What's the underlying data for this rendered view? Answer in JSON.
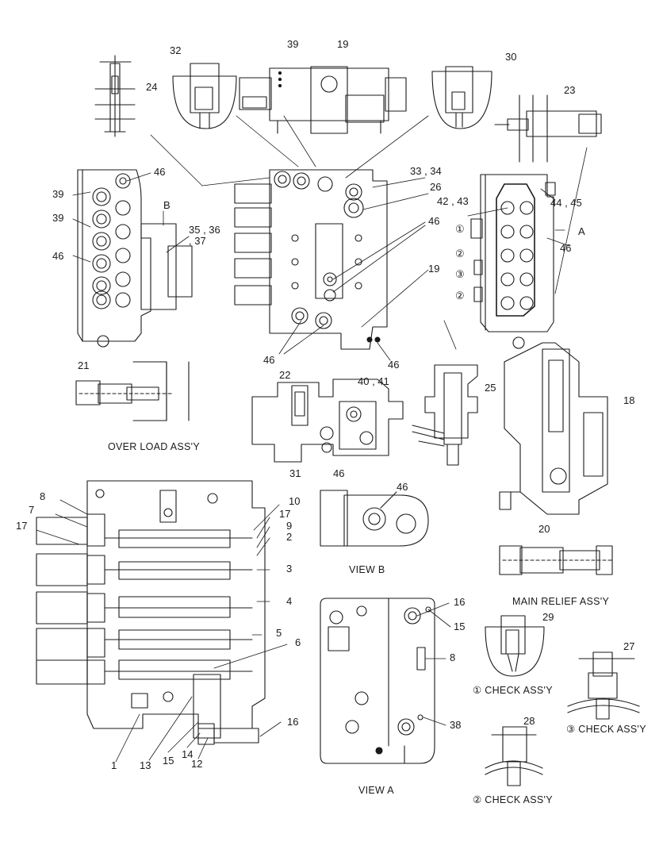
{
  "figure": {
    "part_numbers": [
      "1",
      "2",
      "3",
      "4",
      "5",
      "6",
      "7",
      "8",
      "9",
      "10",
      "12",
      "13",
      "14",
      "15",
      "16",
      "17",
      "18",
      "19",
      "20",
      "21",
      "22",
      "23",
      "24",
      "25",
      "26",
      "27",
      "28",
      "29",
      "30",
      "31",
      "32",
      "33",
      "34",
      "35",
      "36",
      "37",
      "38",
      "39",
      "40",
      "41",
      "42",
      "43",
      "44",
      "45",
      "46"
    ],
    "labels": {
      "l_24": "24",
      "l_32": "32",
      "l_39_top": "39",
      "l_19_top": "19",
      "l_30": "30",
      "l_23": "23",
      "l_39_a": "39",
      "l_39_b": "39",
      "l_46_a": "46",
      "l_46_b": "46",
      "l_B": "B",
      "l_35_36": "35 , 36",
      "l_37": ", 37",
      "l_33_34": "33 , 34",
      "l_26": "26",
      "l_46_c": "46",
      "l_19_mid": "19",
      "l_46_d": "46",
      "l_46_e": "46",
      "l_42_43": "42 , 43",
      "l_44_45": "44 , 45",
      "l_A": "A",
      "l_46_f": "46",
      "l_c1": "①",
      "l_c2a": "②",
      "l_c3": "③",
      "l_c2b": "②",
      "l_21": "21",
      "l_22": "22",
      "l_40_41": "40 , 41",
      "l_31": "31",
      "l_46_g": "46",
      "l_25": "25",
      "l_18": "18",
      "l_46_h": "46",
      "l_8a": "8",
      "l_7": "7",
      "l_17a": "17",
      "l_10": "10",
      "l_17b": "17",
      "l_9": "9",
      "l_2": "2",
      "l_3": "3",
      "l_4": "4",
      "l_5": "5",
      "l_6": "6",
      "l_16a": "16",
      "l_1": "1",
      "l_13": "13",
      "l_15a": "15",
      "l_14": "14",
      "l_12": "12",
      "l_20": "20",
      "l_16b": "16",
      "l_15b": "15",
      "l_8b": "8",
      "l_38": "38",
      "l_29": "29",
      "l_27": "27",
      "l_28": "28"
    },
    "captions": {
      "overload": "OVER LOAD ASS'Y",
      "view_b": "VIEW  B",
      "main_relief": "MAIN RELIEF ASS'Y",
      "check1": "① CHECK ASS'Y",
      "check3": "③ CHECK ASS'Y",
      "check2": "② CHECK ASS'Y",
      "view_a": "VIEW  A"
    },
    "colors": {
      "ink": "#1a1a1a",
      "paper": "#ffffff"
    }
  }
}
